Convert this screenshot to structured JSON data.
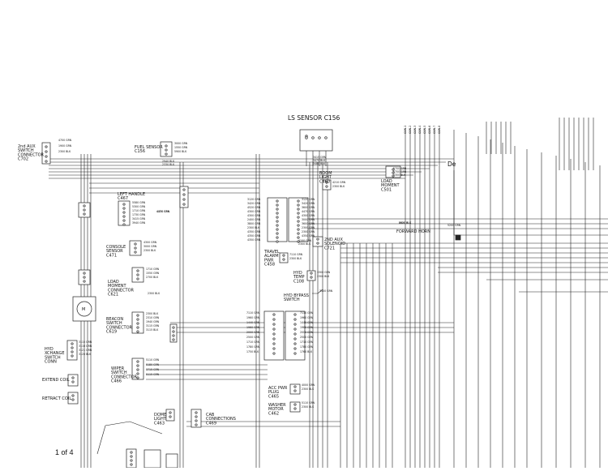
{
  "sheet": {
    "page_indicator": "1 of 4",
    "ls_sensor_title": "LS SENSOR C156",
    "corner_glyph": "De",
    "forward_horn": "FORWARD HORN"
  },
  "components": {
    "aux2_switch": [
      "2nd AUX",
      "SWITCH",
      "CONNECTOR",
      "C702"
    ],
    "fuel_sensor": [
      "FUEL SENSOR",
      "C156"
    ],
    "left_handle": [
      "LEFT HANDLE",
      "C467"
    ],
    "console_sensor": [
      "CONSOLE",
      "SENSOR",
      "C471"
    ],
    "load_moment_conn": [
      "LOAD",
      "MOMENT",
      "CONNECTOR",
      "C621"
    ],
    "beacon_switch": [
      "BEACON",
      "SWITCH",
      "CONNECTOR",
      "C619"
    ],
    "hyd_xchange": [
      "HYD",
      "XCHANGE",
      "SWITCH",
      "CONN"
    ],
    "extend_coil": [
      "EXTEND COIL"
    ],
    "retract_coil": [
      "RETRACT COIL"
    ],
    "wiper_switch": [
      "WIPER",
      "SWITCH",
      "CONNECTOR",
      "C466"
    ],
    "dome_light": [
      "DOME",
      "LIGHT",
      "C463"
    ],
    "cab_connections": [
      "CAB",
      "CONNECTIONS",
      "C469"
    ],
    "boom_light": [
      "BOOM",
      "LIGHT",
      "C460"
    ],
    "load_moment_c501": [
      "LOAD",
      "MOMENT",
      "C501"
    ],
    "aux2_solenoid": [
      "2ND AUX",
      "SOLENOID",
      "C721"
    ],
    "travel_alarm": [
      "TRAVEL",
      "ALARM",
      "PWR",
      "C458"
    ],
    "hyd_temp": [
      "HYD",
      "TEMP",
      "C108"
    ],
    "hyd_bypass": [
      "HYD BYPASS",
      "SWITCH"
    ],
    "acc_pwr": [
      "ACC PWR",
      "PLUG",
      "C465"
    ],
    "washer_motor": [
      "WASHER",
      "MOTOR",
      "C462"
    ]
  },
  "wire_labels": {
    "aux2": [
      "4700 GRN",
      "1900 GRN",
      "2300 BLK"
    ],
    "fuel": [
      "3000 GRN",
      "1550 GRN",
      "5900 BLK"
    ],
    "top_runs": [
      "2940 BLK",
      "2330 BLK",
      "3415 GRN",
      "3470 BLK",
      "3480 BLK"
    ],
    "center_left": [
      "3120 GRN",
      "3420 GRN",
      "4520 GRN",
      "4300 GRN",
      "4300 GRN",
      "2400 GRN",
      "3800 GRN",
      "2300 BLK",
      "4350 GRN",
      "4350 GRN",
      "4350 GRN"
    ],
    "center_right": [
      "3120 GRN",
      "3420 GRN",
      "3600 GRN",
      "4470 GRN",
      "4300 GRN",
      "3000 GRN",
      "3600 GRN",
      "2300 GRN",
      "2300 GRN",
      "4350 GRN"
    ],
    "left_handle": [
      "5580 GRN",
      "5300 GRN",
      "1710 GRN",
      "1730 GRN",
      "3415 GRN",
      "3940 GRN"
    ],
    "handle_out": [
      "4450 GRN",
      "4370 GRN"
    ],
    "console": [
      "4300 GRN",
      "3000 GRN",
      "2300 BLK"
    ],
    "load_moment": [
      "1710 GRN",
      "1550 GRN",
      "2700 BLK"
    ],
    "beacon": [
      "2300 BLK",
      "2310 GRN",
      "1940 GRN",
      "3115 GRN",
      "3115 BLK"
    ],
    "hyd_xchange": [
      "3115 GRN",
      "3116 GRN",
      "3121 GRN",
      "3120 BLK"
    ],
    "wiper": [
      "5110 GRN",
      "5180 GRN",
      "3715 GRN",
      "5115 GRN"
    ],
    "center_lower_left": [
      "7110 GRN",
      "1960 GRN",
      "1440 GRN",
      "1960 GRN",
      "2000 GRN",
      "2500 GRN",
      "1710 GRN",
      "1780 GRN",
      "1750 BLK"
    ],
    "center_lower_right": [
      "7110 GRN",
      "1960 GRN",
      "1440 GRN",
      "1960 GRN",
      "2000 GRN",
      "2500 GRN",
      "1710 GRN",
      "1780 GRN",
      "1760 BLK"
    ],
    "boom_light": [
      "4210 GRN",
      "2300 BLK"
    ],
    "load_moment_c501": [
      "5700 GRN",
      "5700 GRN",
      "2300 BLK"
    ],
    "aux2_solenoid": [
      "4100 GRN",
      "2300 BLK"
    ],
    "travel_alarm": [
      "7110 GRN",
      "2300 BLK"
    ],
    "hyd_temp": [
      "3300 GRN",
      "2300 BLK"
    ],
    "hyd_bypass": [
      "3100 GRN"
    ],
    "acc_pwr": [
      "4000 GRN",
      "2300 BLK"
    ],
    "washer_motor": [
      "5110 GRN",
      "2300 BLK"
    ],
    "misc_right": [
      "2800 BLK",
      "6020 BLK",
      "5200 GRN",
      "2300 BLK"
    ]
  }
}
